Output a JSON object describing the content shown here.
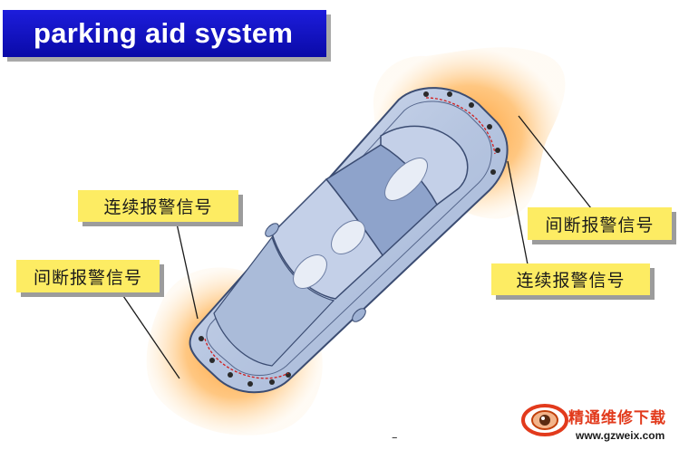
{
  "title": "parking aid system",
  "labels": {
    "intermittent_left": "间断报警信号",
    "continuous_left": "连续报警信号",
    "intermittent_right": "间断报警信号",
    "continuous_right": "连续报警信号"
  },
  "footer_mark": "–",
  "watermark": {
    "text": "精通维修下载",
    "url": "www.gzweix.com"
  },
  "colors": {
    "title_bar": "#1414c8",
    "label_box": "#fdec63",
    "warning_zone": "#ffa43a",
    "car_body": "#b9c8e2",
    "watermark_red": "#e23a1c"
  }
}
